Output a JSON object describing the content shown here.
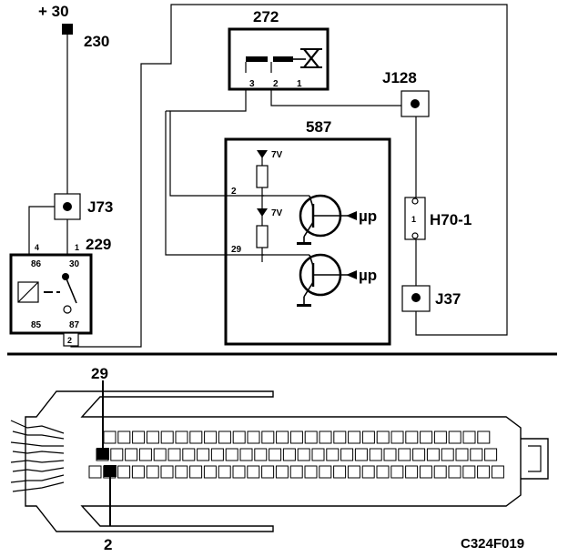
{
  "supply": {
    "label": "+ 30",
    "wire": "230"
  },
  "connectors": {
    "j73": "J73",
    "j128": "J128",
    "j37": "J37"
  },
  "relay": {
    "id": "229",
    "pin_4": "4",
    "pin_1": "1",
    "pin_2": "2",
    "pin_86": "86",
    "pin_30": "30",
    "pin_85": "85",
    "pin_87": "87"
  },
  "switch": {
    "id": "272",
    "pin_3": "3",
    "pin_2": "2",
    "pin_1": "1"
  },
  "control_unit": {
    "id": "587",
    "voltage_a": "7V",
    "voltage_b": "7V",
    "pin_2": "2",
    "pin_29": "29",
    "mp_a": "µp",
    "mp_b": "µp"
  },
  "lamp": {
    "id": "H70-1",
    "pin": "1"
  },
  "harness": {
    "pin_top": "29",
    "pin_bottom": "2"
  },
  "figure_code": "C324F019"
}
